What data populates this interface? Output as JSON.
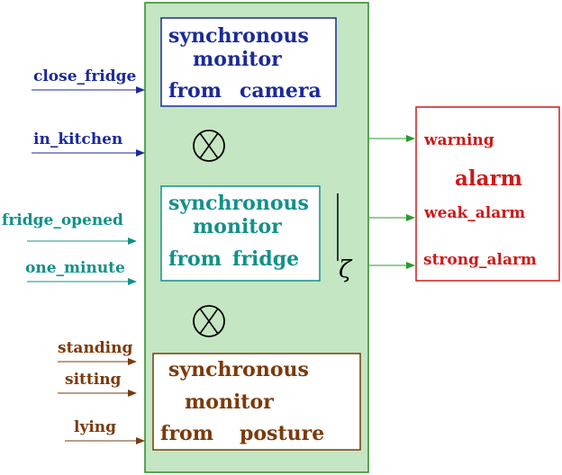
{
  "colors": {
    "panel_fill": "#c4e6c2",
    "panel_stroke": "#2a8a2a",
    "blue": "#1b2a9a",
    "teal": "#13908a",
    "brown": "#7a3a0c",
    "red": "#cc1a1a",
    "green_arrow": "#2a9a2a",
    "black": "#000000"
  },
  "inputs": {
    "camera": [
      "close_fridge",
      "in_kitchen"
    ],
    "fridge": [
      "fridge_opened",
      "one_minute"
    ],
    "posture": [
      "standing",
      "sitting",
      "lying"
    ]
  },
  "monitors": {
    "camera": {
      "line1": "synchronous",
      "line2": "monitor",
      "line3a": "from",
      "line3b": "camera"
    },
    "fridge": {
      "line1": "synchronous",
      "line2": "monitor",
      "line3a": "from",
      "line3b": "fridge"
    },
    "posture": {
      "line1": "synchronous",
      "line2": "monitor",
      "line3a": "from",
      "line3b": "posture"
    }
  },
  "operator_symbol": "otimes-icon",
  "zeta_symbol": "ζ",
  "alarm": {
    "title": "alarm",
    "outputs": [
      "warning",
      "weak_alarm",
      "strong_alarm"
    ]
  }
}
